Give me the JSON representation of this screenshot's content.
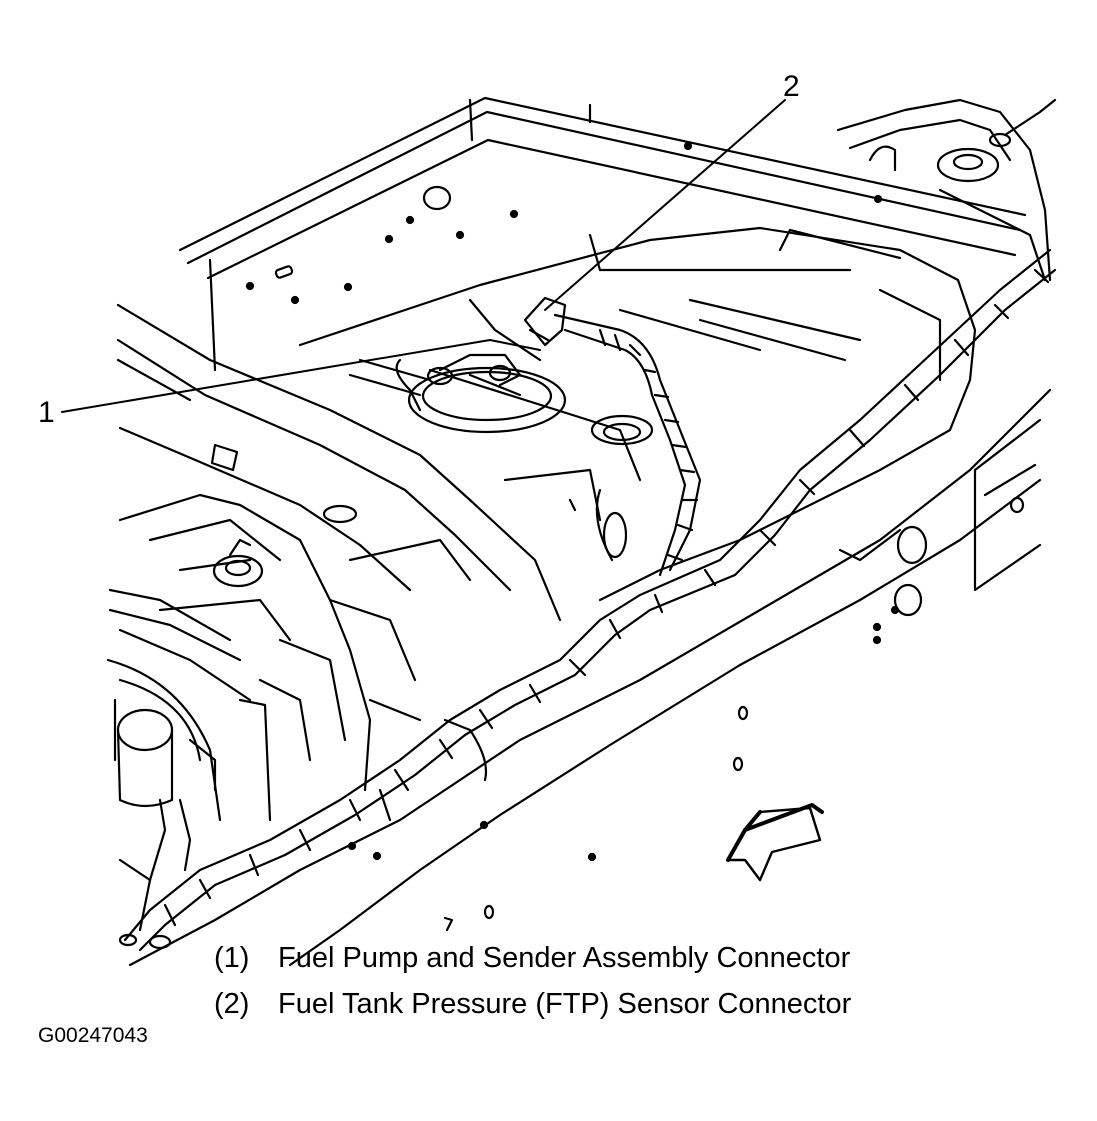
{
  "diagram": {
    "callouts": [
      {
        "id": "1",
        "label": "1"
      },
      {
        "id": "2",
        "label": "2"
      }
    ],
    "legend": [
      {
        "num": "(1)",
        "text": "Fuel Pump and Sender Assembly Connector"
      },
      {
        "num": "(2)",
        "text": "Fuel Tank Pressure (FTP) Sensor Connector"
      }
    ],
    "figure_id": "G00247043"
  }
}
